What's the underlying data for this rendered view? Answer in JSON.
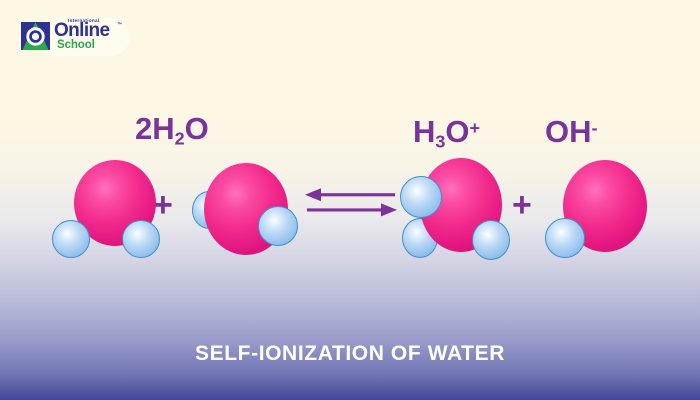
{
  "logo": {
    "name": "International Online School",
    "tagline": "International",
    "word_primary": "Online",
    "word_secondary": "School",
    "trademark": "™",
    "mark_icon": "o-ring-logo-icon",
    "colors": {
      "primary": "#2e3192",
      "secondary": "#2ba84a",
      "plate": "#ffffff"
    }
  },
  "diagram": {
    "reactants": [
      {
        "id": "water-1",
        "formula_label": "2H₂O",
        "formula_base": "2H",
        "formula_sub": "2",
        "formula_tail": "O",
        "atoms": [
          "oxygen",
          "hydrogen",
          "hydrogen"
        ]
      },
      {
        "id": "water-2",
        "formula_label": "",
        "atoms": [
          "oxygen",
          "hydrogen",
          "hydrogen"
        ]
      }
    ],
    "products": [
      {
        "id": "hydronium",
        "formula_base": "H",
        "formula_sub": "3",
        "formula_tail": "O",
        "formula_sup": "+",
        "formula_label": "H₃O⁺",
        "atoms": [
          "oxygen",
          "hydrogen",
          "hydrogen",
          "hydrogen"
        ]
      },
      {
        "id": "hydroxide",
        "formula_base": "OH",
        "formula_sup": "-",
        "formula_label": "OH⁻",
        "atoms": [
          "oxygen",
          "hydrogen"
        ]
      }
    ],
    "operators": {
      "plus_1": "+",
      "plus_2": "+",
      "equilibrium_icon": "double-equilibrium-arrow-icon"
    },
    "colors": {
      "text_purple": "#7a3399",
      "oxygen_pink": "#f22a8c",
      "hydrogen_blue": "#a8ccf0",
      "hydrogen_outline": "#3e90c6",
      "background_top": "#fdf8e4",
      "background_bottom": "#41459a"
    }
  },
  "caption": {
    "title": "SELF-IONIZATION OF WATER",
    "color": "#ffffff"
  }
}
